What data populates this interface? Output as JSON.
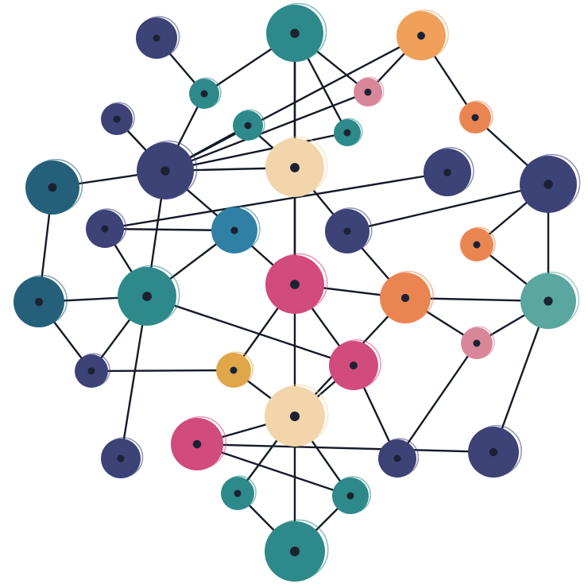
{
  "diagram": {
    "type": "network-graph",
    "background": "#ffffff",
    "edge_color": "#141a26",
    "palette": {
      "navy": "#3d4277",
      "teal": "#2e8a8a",
      "deep-teal": "#25607a",
      "blue": "#2f80a4",
      "sea-green": "#5aa6a0",
      "beige": "#f2d5aa",
      "magenta": "#d14b7c",
      "orange": "#ea8552",
      "light-orange": "#f0a05a",
      "pink": "#d8879a",
      "mustard": "#e0a64a"
    },
    "nodes": [
      {
        "id": "n1",
        "color": "navy"
      },
      {
        "id": "n2",
        "color": "teal"
      },
      {
        "id": "n3",
        "color": "light-orange"
      },
      {
        "id": "n4",
        "color": "teal"
      },
      {
        "id": "n5",
        "color": "pink"
      },
      {
        "id": "n6",
        "color": "navy"
      },
      {
        "id": "n7",
        "color": "teal"
      },
      {
        "id": "n8",
        "color": "teal"
      },
      {
        "id": "n9",
        "color": "orange"
      },
      {
        "id": "n10",
        "color": "navy"
      },
      {
        "id": "n11",
        "color": "beige"
      },
      {
        "id": "n12",
        "color": "deep-teal"
      },
      {
        "id": "n13",
        "color": "navy"
      },
      {
        "id": "n14",
        "color": "navy"
      },
      {
        "id": "n15",
        "color": "navy"
      },
      {
        "id": "n16",
        "color": "blue"
      },
      {
        "id": "n17",
        "color": "navy"
      },
      {
        "id": "n18",
        "color": "orange"
      },
      {
        "id": "n19",
        "color": "deep-teal"
      },
      {
        "id": "n20",
        "color": "teal"
      },
      {
        "id": "n21",
        "color": "magenta"
      },
      {
        "id": "n22",
        "color": "orange"
      },
      {
        "id": "n23",
        "color": "sea-green"
      },
      {
        "id": "n24",
        "color": "pink"
      },
      {
        "id": "n25",
        "color": "navy"
      },
      {
        "id": "n26",
        "color": "mustard"
      },
      {
        "id": "n27",
        "color": "magenta"
      },
      {
        "id": "n28",
        "color": "beige"
      },
      {
        "id": "n29",
        "color": "navy"
      },
      {
        "id": "n30",
        "color": "magenta"
      },
      {
        "id": "n31",
        "color": "navy"
      },
      {
        "id": "n32",
        "color": "navy"
      },
      {
        "id": "n33",
        "color": "teal"
      },
      {
        "id": "n34",
        "color": "teal"
      },
      {
        "id": "n35",
        "color": "teal"
      }
    ],
    "edges": [
      [
        "n1",
        "n4"
      ],
      [
        "n2",
        "n4"
      ],
      [
        "n2",
        "n8"
      ],
      [
        "n2",
        "n11"
      ],
      [
        "n2",
        "n5"
      ],
      [
        "n2",
        "n21"
      ],
      [
        "n3",
        "n5"
      ],
      [
        "n3",
        "n10"
      ],
      [
        "n3",
        "n9"
      ],
      [
        "n4",
        "n10"
      ],
      [
        "n5",
        "n10"
      ],
      [
        "n7",
        "n10"
      ],
      [
        "n8",
        "n10"
      ],
      [
        "n6",
        "n10"
      ],
      [
        "n7",
        "n11"
      ],
      [
        "n11",
        "n10"
      ],
      [
        "n12",
        "n10"
      ],
      [
        "n12",
        "n19"
      ],
      [
        "n10",
        "n20"
      ],
      [
        "n10",
        "n16"
      ],
      [
        "n11",
        "n21"
      ],
      [
        "n11",
        "n17"
      ],
      [
        "n16",
        "n21"
      ],
      [
        "n16",
        "n20"
      ],
      [
        "n13",
        "n15"
      ],
      [
        "n14",
        "n17"
      ],
      [
        "n14",
        "n18"
      ],
      [
        "n9",
        "n14"
      ],
      [
        "n14",
        "n23"
      ],
      [
        "n18",
        "n23"
      ],
      [
        "n17",
        "n22"
      ],
      [
        "n21",
        "n22"
      ],
      [
        "n22",
        "n23"
      ],
      [
        "n22",
        "n24"
      ],
      [
        "n24",
        "n23"
      ],
      [
        "n22",
        "n28"
      ],
      [
        "n21",
        "n26"
      ],
      [
        "n21",
        "n27"
      ],
      [
        "n21",
        "n28"
      ],
      [
        "n28",
        "n35"
      ],
      [
        "n19",
        "n20"
      ],
      [
        "n19",
        "n25"
      ],
      [
        "n15",
        "n20"
      ],
      [
        "n20",
        "n25"
      ],
      [
        "n20",
        "n29"
      ],
      [
        "n26",
        "n28"
      ],
      [
        "n27",
        "n28"
      ],
      [
        "n27",
        "n31"
      ],
      [
        "n28",
        "n30"
      ],
      [
        "n28",
        "n33"
      ],
      [
        "n28",
        "n34"
      ],
      [
        "n30",
        "n34"
      ],
      [
        "n33",
        "n35"
      ],
      [
        "n32",
        "n30"
      ],
      [
        "n34",
        "n35"
      ],
      [
        "n23",
        "n32"
      ],
      [
        "n31",
        "n24"
      ],
      [
        "n25",
        "n26"
      ],
      [
        "n15",
        "n16"
      ],
      [
        "n20",
        "n27"
      ]
    ]
  }
}
